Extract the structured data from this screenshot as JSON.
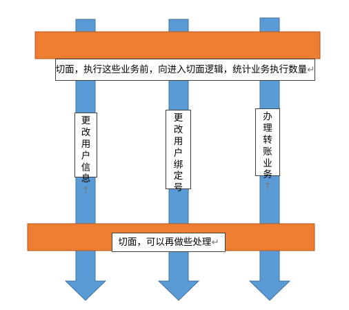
{
  "colors": {
    "arrow": "#5b9bd5",
    "arrow_edge": "#41719c",
    "band": "#ed7d31",
    "band_edge": "#ae5a21"
  },
  "labels": {
    "top_band": "切面，执行这些业务前，向进入切面逻辑，统计业务执行数量",
    "bottom_band": "切面，可以再做些处理",
    "arrows": [
      {
        "text": "更改用户信息"
      },
      {
        "text": "更改用户绑定号"
      },
      {
        "text": "办理转账业务"
      }
    ],
    "paragraph_mark": "↵",
    "line_break_mark": "↑"
  }
}
